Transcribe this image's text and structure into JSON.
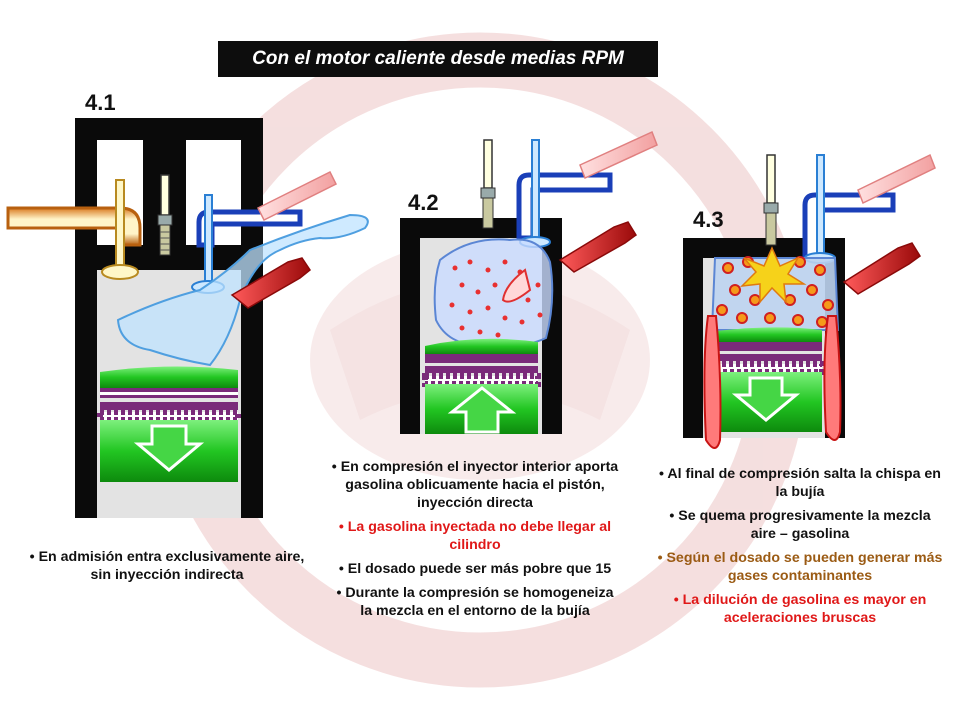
{
  "title": "Con el motor caliente desde medias RPM",
  "stages": [
    {
      "number": "4.1",
      "notes": [
        {
          "text": "• En admisión entra exclusivamente aire, sin inyección indirecta",
          "color": "#111111"
        }
      ]
    },
    {
      "number": "4.2",
      "notes": [
        {
          "text": "• En compresión el inyector interior aporta gasolina oblicuamente hacia el pistón, inyección directa",
          "color": "#111111"
        },
        {
          "text": "• La gasolina inyectada no debe llegar al cilindro",
          "color": "#e01818"
        },
        {
          "text": "• El dosado puede ser más pobre que 15",
          "color": "#111111"
        },
        {
          "text": "• Durante la compresión se homogeneiza la mezcla en el entorno de la bujía",
          "color": "#111111"
        }
      ]
    },
    {
      "number": "4.3",
      "notes": [
        {
          "text": "• Al final de compresión salta la chispa en la bujía",
          "color": "#111111"
        },
        {
          "text": "• Se quema progresivamente la mezcla aire – gasolina",
          "color": "#111111"
        },
        {
          "text": "• Según el dosado se pueden generar más gases contaminantes",
          "color": "#9b5b14"
        },
        {
          "text": "• La dilución de gasolina es mayor en aceleraciones bruscas",
          "color": "#e01818"
        }
      ]
    }
  ],
  "colors": {
    "title_bg": "#0d0d0d",
    "cylinder_wall": "#0a0a0a",
    "piston": "#2ecc2e",
    "intake_pipe": "#d9791f",
    "exhaust_pipe": "#1a3fb8",
    "injector": "#d81b1b",
    "fuel_droplet": "#e83030",
    "flame": "#f6d21a",
    "watermark": "#d9a0a0"
  },
  "icons": [
    "spark-plug-icon",
    "injector-icon",
    "valve-icon",
    "down-arrow-icon",
    "up-arrow-icon",
    "flame-burst-icon"
  ]
}
